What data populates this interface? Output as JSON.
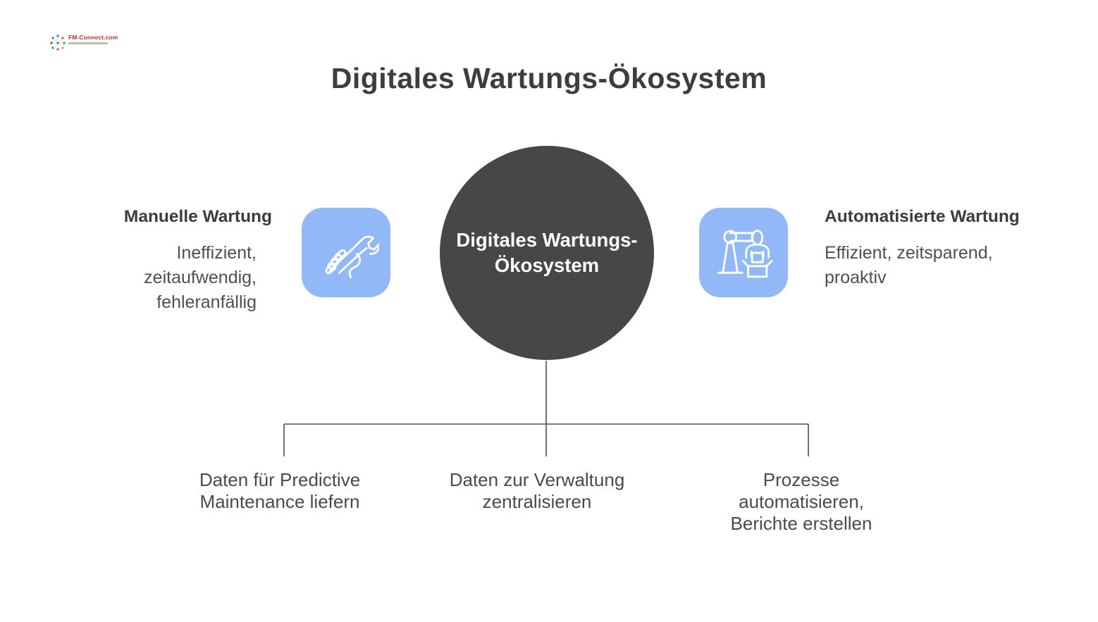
{
  "logo": {
    "text": "FM-Connect.com"
  },
  "title": "Digitales Wartungs-Ökosystem",
  "center_node": {
    "label": "Digitales Wartungs-\nÖkosystem"
  },
  "left_branch": {
    "heading": "Manuelle Wartung",
    "description": "Ineffizient,\nzeitaufwendig,\nfehleranfällig",
    "icon": "wrench-in-hand"
  },
  "right_branch": {
    "heading": "Automatisierte Wartung",
    "description": "Effizient, zeitsparend,\nproaktiv",
    "icon": "robot-arm-packing"
  },
  "bottom_branches": [
    {
      "label": "Daten für Predictive\nMaintenance liefern"
    },
    {
      "label": "Daten zur Verwaltung\nzentralisieren"
    },
    {
      "label": "Prozesse\nautomatisieren,\nBerichte erstellen"
    }
  ],
  "colors": {
    "accent-blue": "#93b8f7",
    "circle-fill": "#474747",
    "circle-text": "#ffffff",
    "line-color": "#4f4f4f",
    "title-color": "#3d3d3d",
    "heading-color": "#3c3c3c",
    "body-color": "#4f4f4f",
    "label-color": "#4a4a4a",
    "background": "#ffffff"
  }
}
